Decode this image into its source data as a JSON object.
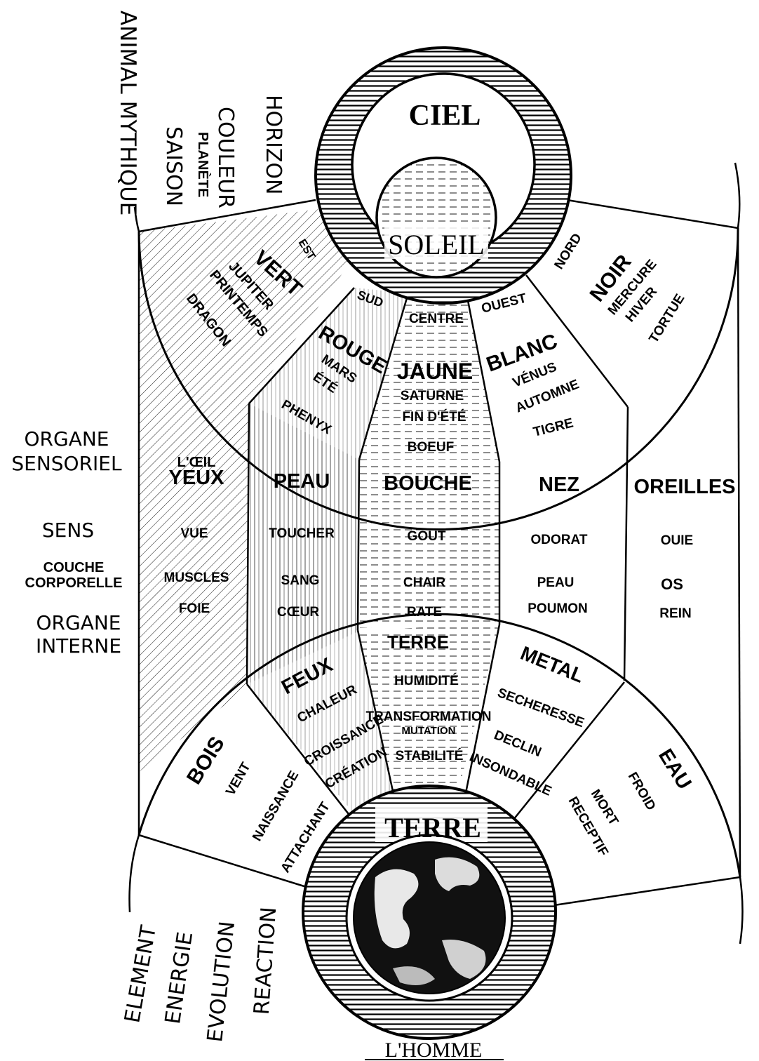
{
  "row_labels": {
    "horizon": "HORIZON",
    "couleur": "COULEUR",
    "planete": "PLANÈTE",
    "saison": "SAISON",
    "animal": "ANIMAL MYTHIQUE",
    "organe_line1": "ORGANE",
    "organe_line2": "SENSORIEL",
    "sens": "SENS",
    "couche_line1": "COUCHE",
    "couche_line2": "CORPORELLE",
    "interne_line1": "ORGANE",
    "interne_line2": "INTERNE",
    "element": "ELEMENT",
    "energie": "ENERGIE",
    "evolution": "EVOLUTION",
    "reaction": "REACTION"
  },
  "top": {
    "ciel": "CIEL",
    "soleil": "SOLEIL",
    "east": {
      "horizon": "EST",
      "couleur": "VERT",
      "planete": "JUPITER",
      "saison": "PRINTEMPS",
      "animal": "DRAGON"
    },
    "south": {
      "horizon": "SUD",
      "couleur": "ROUGE",
      "planete": "MARS",
      "saison": "ÉTÉ",
      "animal": "PHENYX"
    },
    "center": {
      "horizon": "CENTRE",
      "couleur": "JAUNE",
      "planete": "SATURNE",
      "saison": "FIN D'ÉTÉ",
      "animal": "BOEUF"
    },
    "west": {
      "horizon": "OUEST",
      "couleur": "BLANC",
      "planete": "VÉNUS",
      "saison": "AUTOMNE",
      "animal": "TIGRE"
    },
    "north": {
      "horizon": "NORD",
      "couleur": "NOIR",
      "planete": "MERCURE",
      "saison": "HIVER",
      "animal": "TORTUE"
    }
  },
  "columns": [
    {
      "pre": "L'ŒIL",
      "organe": "YEUX",
      "sens": "VUE",
      "couche": "MUSCLES",
      "interne": "FOIE"
    },
    {
      "pre": "",
      "organe": "PEAU",
      "sens": "TOUCHER",
      "couche": "SANG",
      "interne": "CŒUR"
    },
    {
      "pre": "",
      "organe": "BOUCHE",
      "sens": "GOUT",
      "couche": "CHAIR",
      "interne": "RATE"
    },
    {
      "pre": "",
      "organe": "NEZ",
      "sens": "ODORAT",
      "couche": "PEAU",
      "interne": "POUMON"
    },
    {
      "pre": "",
      "organe": "OREILLES",
      "sens": "OUIE",
      "couche": "OS",
      "interne": "REIN"
    }
  ],
  "bottom": {
    "terre": "TERRE",
    "homme": "L'HOMME",
    "wood": {
      "element": "BOIS",
      "energie": "VENT",
      "evolution": "NAISSANCE",
      "reaction": "ATTACHANT"
    },
    "fire": {
      "element": "FEUX",
      "energie": "CHALEUR",
      "evolution": "CROISSANCE",
      "reaction": "CRÉATION"
    },
    "earth": {
      "element": "TERRE",
      "energie": "HUMIDITÉ",
      "evolution": "TRANSFORMATION",
      "evolution2": "MUTATION",
      "reaction": "STABILITÉ"
    },
    "metal": {
      "element": "METAL",
      "energie": "SECHERESSE",
      "evolution": "DECLIN",
      "reaction": "INSONDABLE"
    },
    "water": {
      "element": "EAU",
      "energie": "FROID",
      "evolution": "MORT",
      "reaction": "RECEPTIF"
    }
  }
}
